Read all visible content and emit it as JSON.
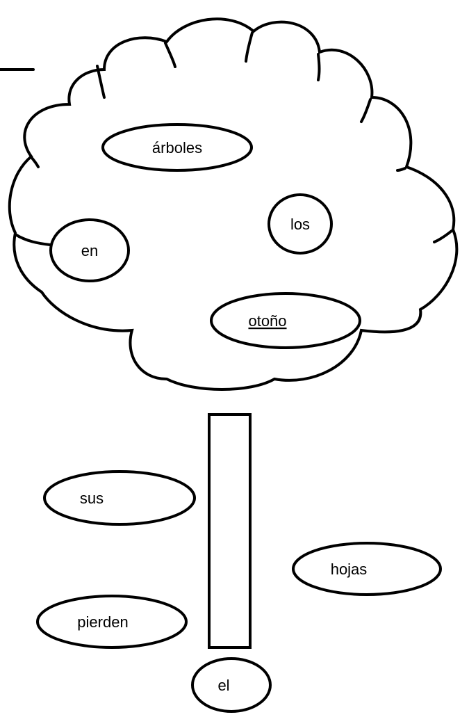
{
  "words": {
    "arboles": "árboles",
    "los": "los",
    "en": "en",
    "otono": "otoño",
    "sus": "sus",
    "hojas": "hojas",
    "pierden": "pierden",
    "el": "el"
  },
  "colors": {
    "stroke": "#000000",
    "background": "#ffffff"
  }
}
